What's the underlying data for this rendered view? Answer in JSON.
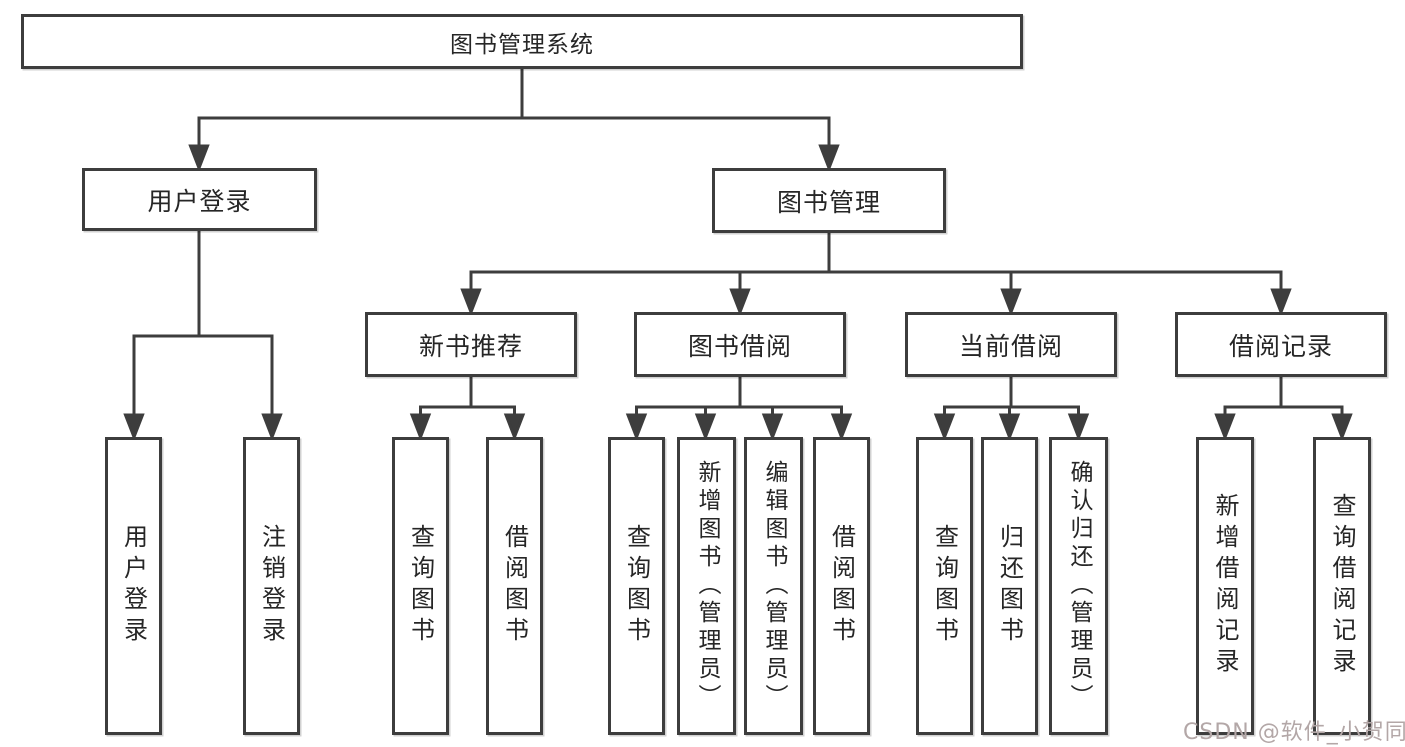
{
  "diagram": {
    "title": "图书管理系统",
    "branches": {
      "user_login": {
        "label": "用户登录",
        "children": [
          "用户登录",
          "注销登录"
        ]
      },
      "book_mgmt": {
        "label": "图书管理",
        "modules": {
          "new_book": {
            "label": "新书推荐",
            "children": [
              "查询图书",
              "借阅图书"
            ]
          },
          "book_borrow": {
            "label": "图书借阅",
            "children": [
              "查询图书",
              "新增图书（管理员）",
              "编辑图书（管理员）",
              "借阅图书"
            ]
          },
          "current_borrow": {
            "label": "当前借阅",
            "children": [
              "查询图书",
              "归还图书",
              "确认归还（管理员）"
            ]
          },
          "borrow_record": {
            "label": "借阅记录",
            "children": [
              "新增借阅记录",
              "查询借阅记录"
            ]
          }
        }
      }
    },
    "colors": {
      "line": "#3d3d3d",
      "box_border": "#3d3d3d",
      "text": "#262626",
      "watermark": "#b3a7a7",
      "background": "#ffffff"
    },
    "watermark": "CSDN @软件_小贺同学"
  }
}
